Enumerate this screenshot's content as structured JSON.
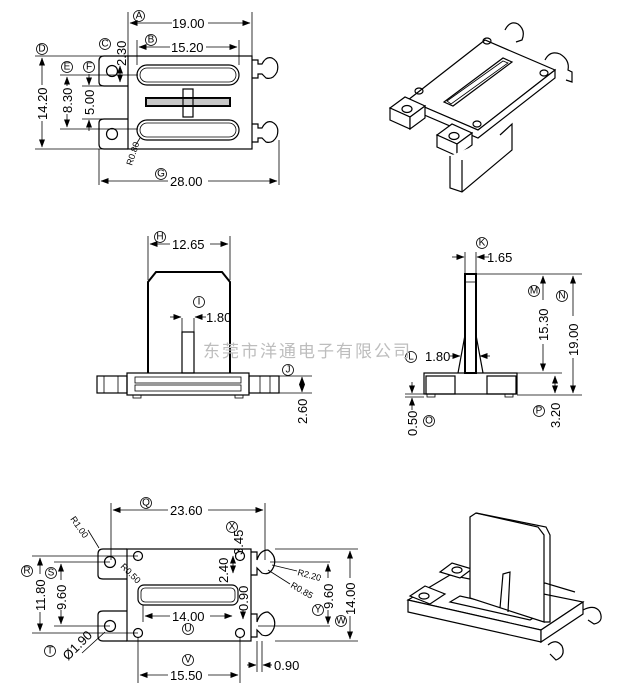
{
  "drawing": {
    "watermark": "东莞市洋通电子有限公司",
    "top_view": {
      "dims": {
        "A": "19.00",
        "B": "15.20",
        "C": "2.30",
        "D": "14.20",
        "E": "8.30",
        "F": "5.00",
        "G": "28.00",
        "radius": "R0.80"
      },
      "labels": [
        "A",
        "B",
        "C",
        "D",
        "E",
        "F",
        "G"
      ]
    },
    "front_view": {
      "dims": {
        "H": "12.65",
        "I": "1.80",
        "J": "2.60"
      },
      "labels": [
        "H",
        "I",
        "J"
      ]
    },
    "side_view": {
      "dims": {
        "K": "1.65",
        "L": "1.80",
        "M": "15.30",
        "N": "19.00",
        "O": "0.50",
        "P": "3.20"
      },
      "labels": [
        "K",
        "L",
        "M",
        "N",
        "O",
        "P"
      ]
    },
    "bottom_view": {
      "dims": {
        "Q": "23.60",
        "R": "11.80",
        "S": "9.60",
        "T": "Ø1.90",
        "U": "14.00",
        "V": "15.50",
        "W": "14.00",
        "X": "3.45",
        "Y": "9.60",
        "d240": "2.40",
        "d090a": "0.90",
        "d090b": "0.90",
        "r100": "R1.00",
        "r050": "R0.50",
        "r220": "R2.20",
        "r085": "R0.85"
      },
      "labels": [
        "Q",
        "R",
        "S",
        "T",
        "U",
        "V",
        "W",
        "X",
        "Y"
      ]
    }
  }
}
